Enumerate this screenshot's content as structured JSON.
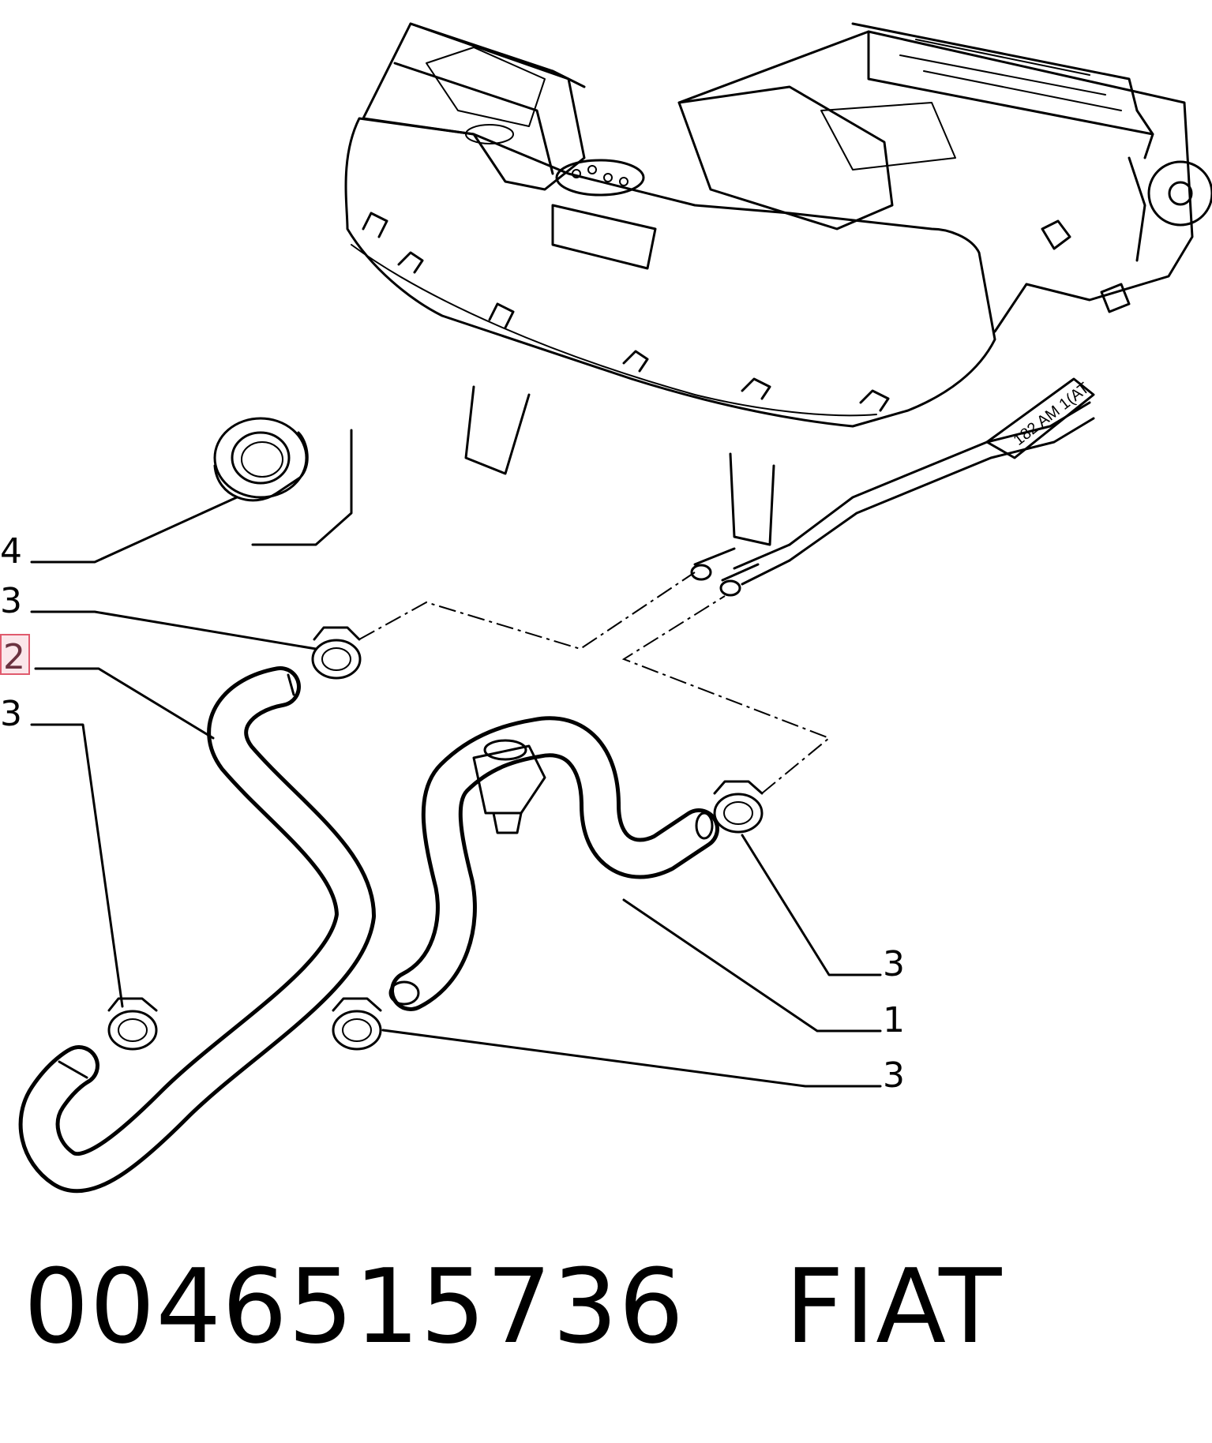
{
  "callouts": [
    {
      "id": "label-4",
      "text": "4"
    },
    {
      "id": "label-3a",
      "text": "3"
    },
    {
      "id": "label-2",
      "text": "2",
      "highlighted": true
    },
    {
      "id": "label-3b",
      "text": "3"
    },
    {
      "id": "label-3c",
      "text": "3"
    },
    {
      "id": "label-1",
      "text": "1"
    },
    {
      "id": "label-3d",
      "text": "3"
    }
  ],
  "part_number": "0046515736",
  "brand": "FIAT",
  "pipe_marking": "182 AM 1(AT",
  "highlight_color": "#e05a6d"
}
